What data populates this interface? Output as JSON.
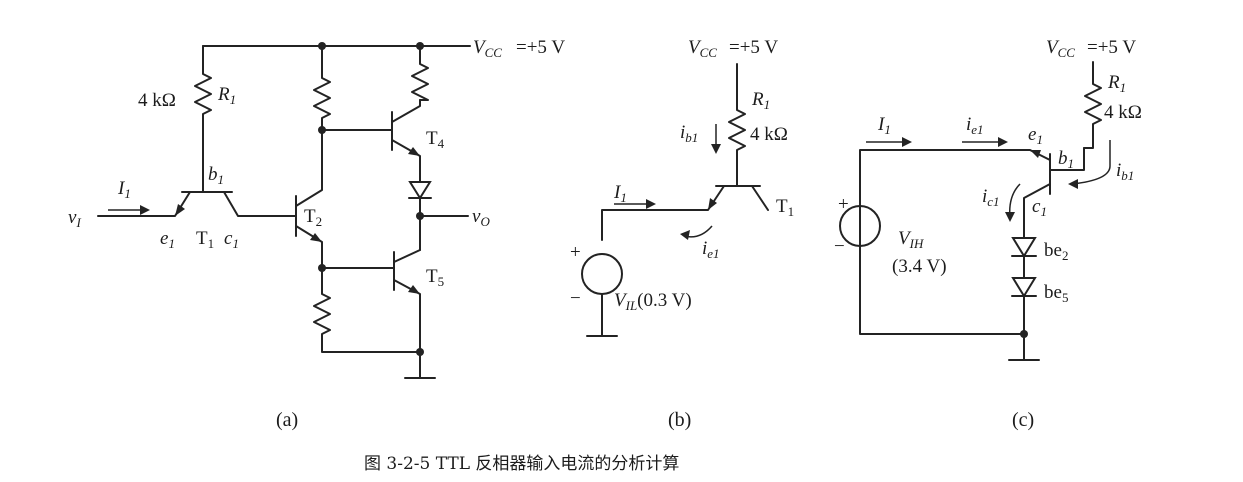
{
  "figure": {
    "caption": "图 3-2-5   TTL 反相器输入电流的分析计算",
    "a": {
      "label": "(a)",
      "vcc_label": "=+5 V",
      "r1_value": "4 kΩ",
      "r1_name": "R",
      "b1": "b",
      "i1": "I",
      "vi": "v",
      "e1": "e",
      "t1": "T",
      "c1": "c",
      "t2": "T",
      "t4": "T",
      "t5": "T",
      "vo": "v"
    },
    "b": {
      "label": "(b)",
      "vcc_label": "=+5 V",
      "r1_name": "R",
      "r1_value": "4 kΩ",
      "ib1": "i",
      "i1": "I",
      "t1": "T",
      "ie1": "i",
      "plus": "+",
      "minus": "−",
      "vil": "V",
      "vil_value": "(0.3 V)"
    },
    "c": {
      "label": "(c)",
      "vcc_label": "=+5 V",
      "r1_name": "R",
      "r1_value": "4 kΩ",
      "i1": "I",
      "ie1": "i",
      "e1": "e",
      "b1": "b",
      "c1": "c",
      "ic1": "i",
      "ib1": "i",
      "plus": "+",
      "minus": "−",
      "vih": "V",
      "vih_value": "(3.4 V)",
      "be2": "be",
      "be5": "be"
    }
  }
}
